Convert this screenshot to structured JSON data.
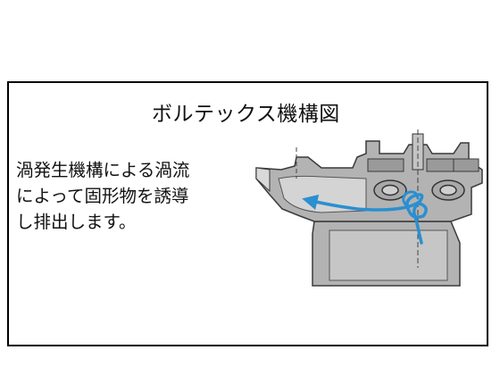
{
  "title": "ボルテックス機構図",
  "description": {
    "lines": [
      "渦発生機構による渦流",
      "によって固形物を誘導",
      "し排出します。"
    ]
  },
  "colors": {
    "casing_fill": "#b3b3b3",
    "outline": "#3a3a3a",
    "flow_arrow": "#2b8fd0",
    "dash": "#444444"
  }
}
